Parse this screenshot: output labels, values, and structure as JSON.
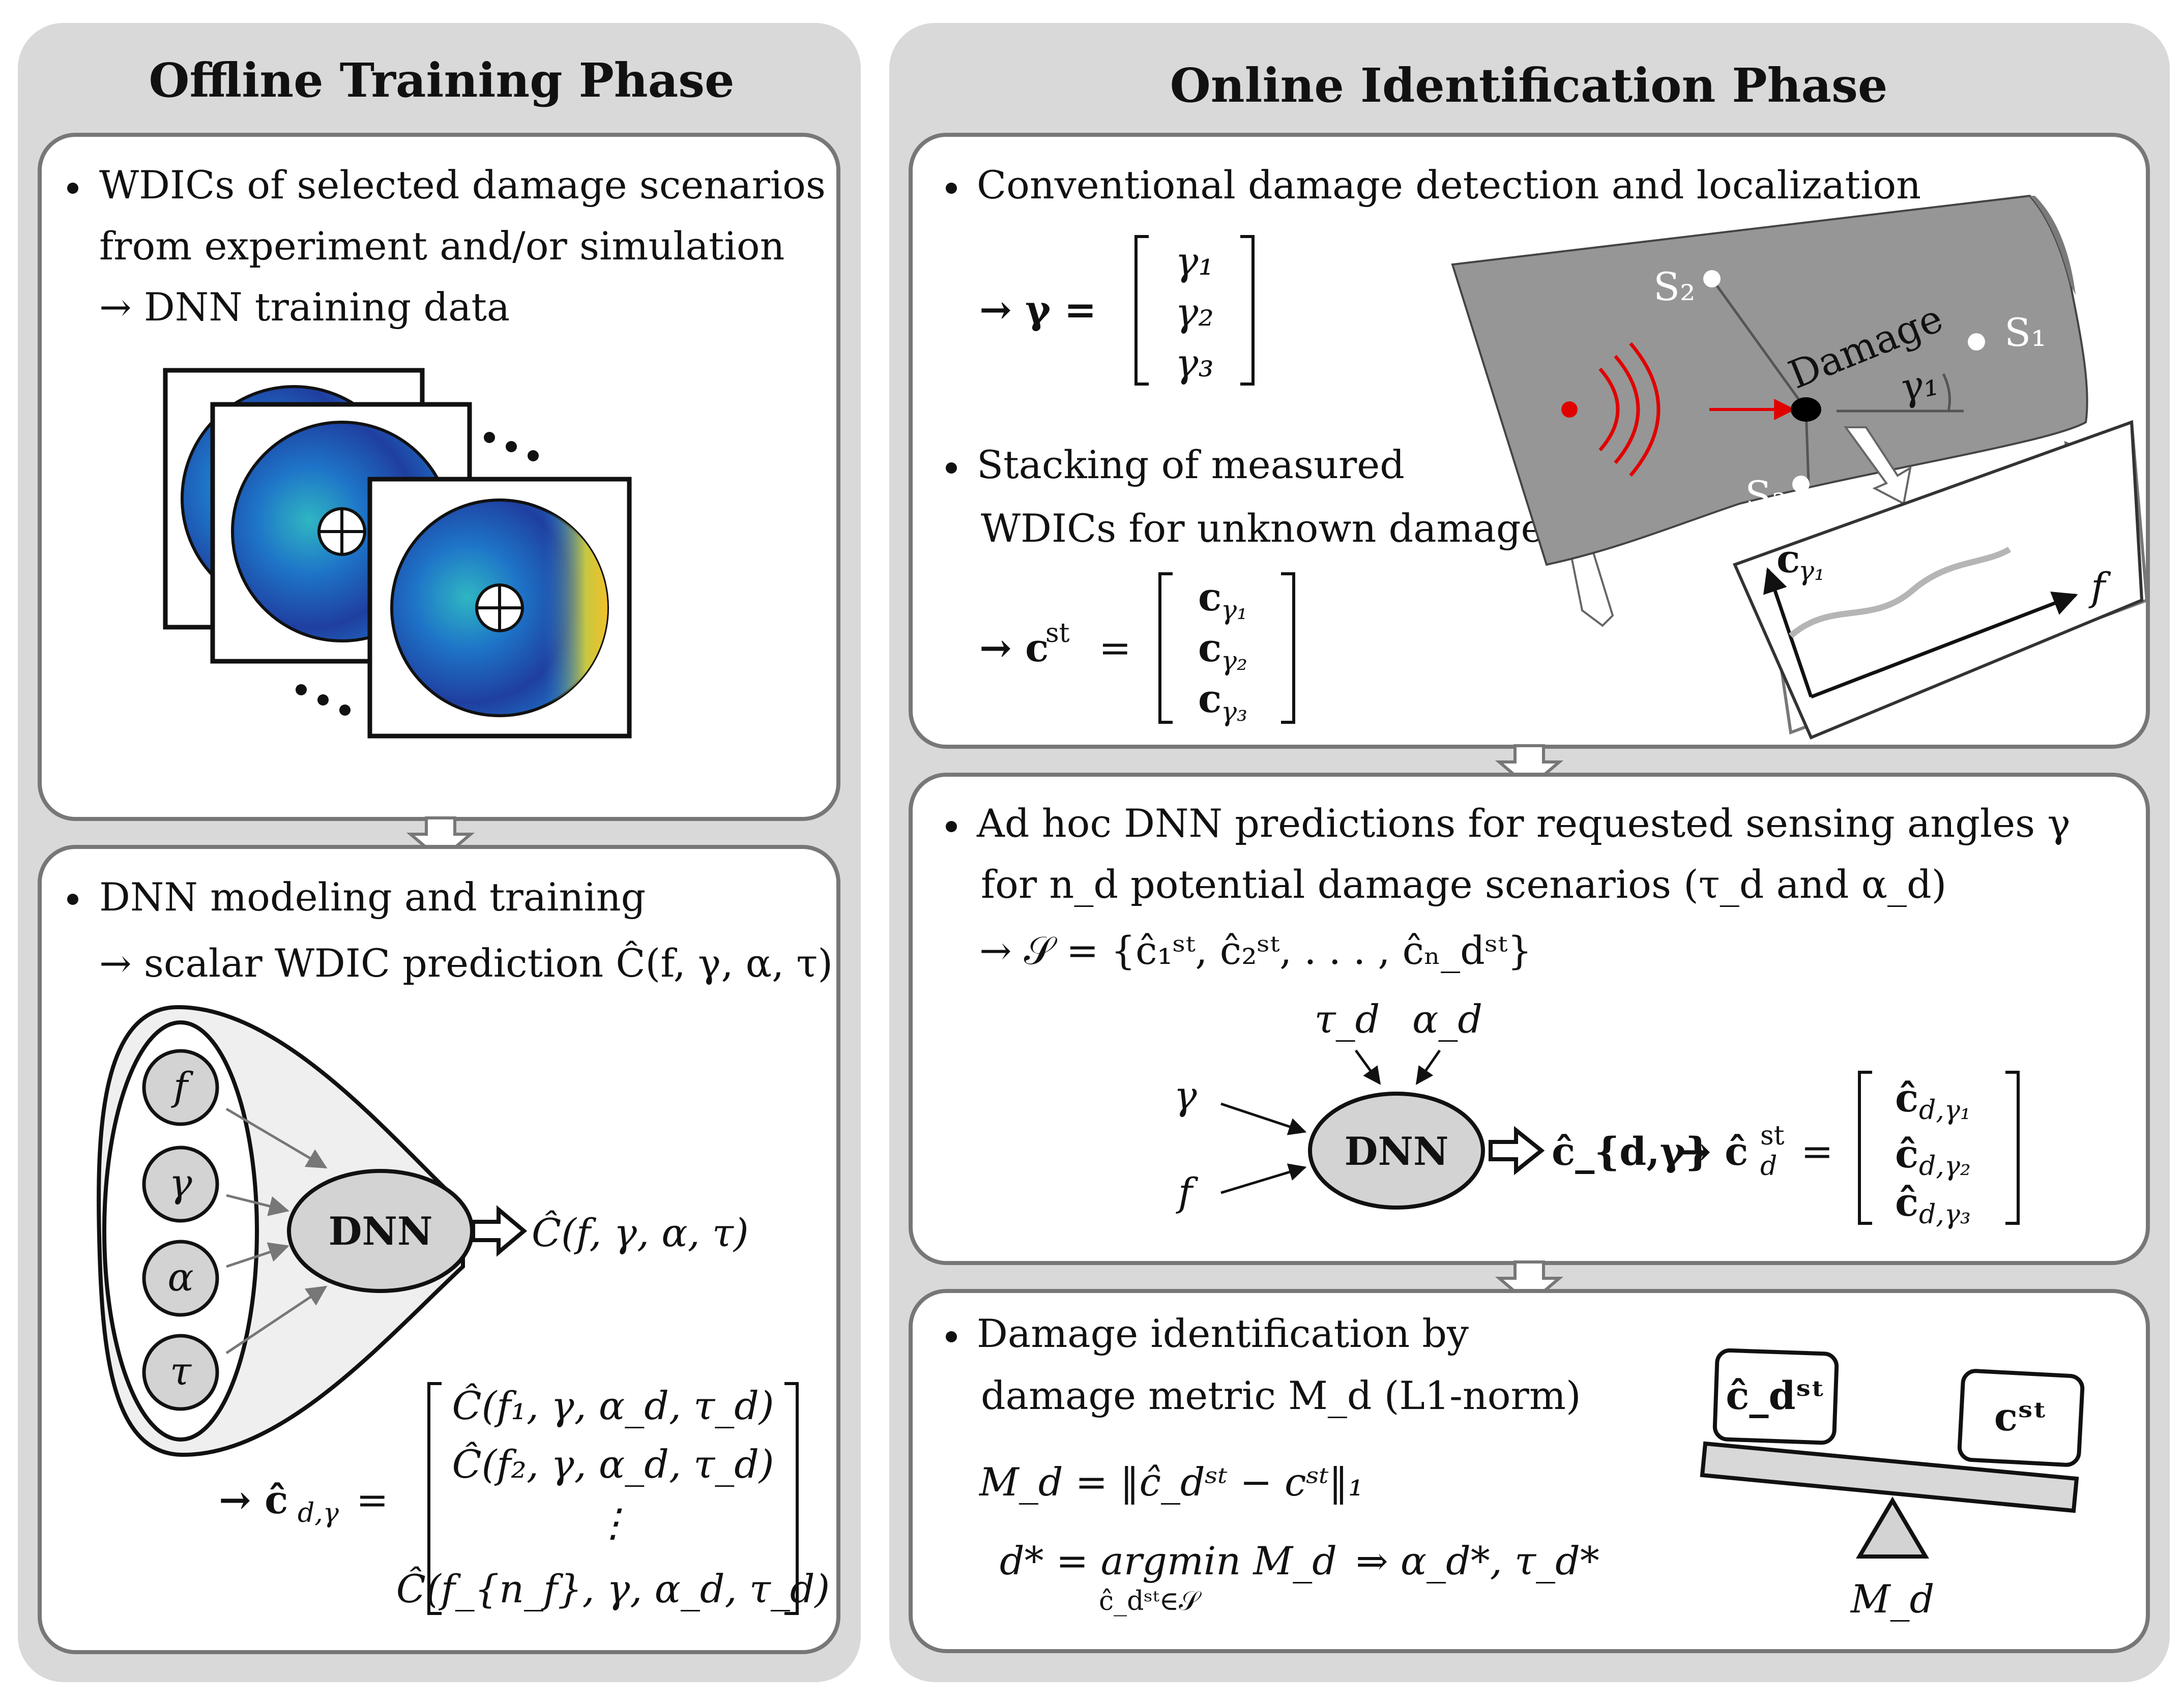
{
  "colors": {
    "panel_bg": "#d9d9d9",
    "box_bg": "#ffffff",
    "box_border": "#777777",
    "plate": "#969696",
    "wave": "#e00000",
    "node_fill": "#d3d3d3",
    "colormap": [
      "#1f2f8f",
      "#1e74c8",
      "#2fb6c2",
      "#f0c02a"
    ]
  },
  "offline": {
    "title": "Offline Training Phase",
    "box1": {
      "line1": "WDICs of selected damage scenarios",
      "line2": "from experiment and/or simulation",
      "line3": "→ DNN training data"
    },
    "box2": {
      "line1": "DNN modeling and training",
      "line2": "→ scalar WDIC prediction Ĉ(f, γ, α, τ)",
      "inputs": [
        "f",
        "γ",
        "α",
        "τ"
      ],
      "dnn": "DNN",
      "output": "Ĉ(f, γ, α, τ)",
      "vec_lhs": "→ ĉ",
      "vec_lhs_sub": "d,γ",
      "vec_eq": "=",
      "vec_rows": [
        "Ĉ(f₁, γ, α_d, τ_d)",
        "Ĉ(f₂, γ, α_d, τ_d)",
        "⋮",
        "Ĉ(f_{n_f}, γ, α_d, τ_d)"
      ]
    }
  },
  "online": {
    "title": "Online Identification Phase",
    "box1": {
      "line1": "Conventional damage detection and localization",
      "gamma_lhs": "→ γ =",
      "gamma_rows": [
        "γ₁",
        "γ₂",
        "γ₃"
      ],
      "line2": "Stacking of measured",
      "line3": "WDICs for unknown damage",
      "cst_lhs": "→ c",
      "cst_sup": "st",
      "cst_eq": "=",
      "cst_rows": [
        "c",
        "c",
        "c"
      ],
      "cst_row_subs": [
        "γ₁",
        "γ₂",
        "γ₃"
      ],
      "sensors": [
        "S₂",
        "S₁",
        "S₃"
      ],
      "damage_label": "Damage",
      "angle_label": "γ₁",
      "plot_y": "c",
      "plot_y_sub": "γ₁",
      "plot_x": "f"
    },
    "box2": {
      "line1": "Ad hoc DNN predictions for requested sensing angles γ",
      "line2": "for n_d potential damage scenarios (τ_d and α_d)",
      "line3": "→ 𝒮 = {ĉ₁ˢᵗ, ĉ₂ˢᵗ, . . . , ĉₙ_dˢᵗ}",
      "inputs": [
        "τ_d",
        "α_d",
        "γ",
        "f"
      ],
      "dnn": "DNN",
      "output": "ĉ_{d,γ}",
      "vec_lhs": "→ ĉ",
      "vec_lhs_sup": "st",
      "vec_lhs_sub": "d",
      "vec_eq": "=",
      "vec_rows": [
        "ĉ",
        "ĉ",
        "ĉ"
      ],
      "vec_row_subs": [
        "d,γ₁",
        "d,γ₂",
        "d,γ₃"
      ]
    },
    "box3": {
      "line1": "Damage identification by",
      "line2": "damage metric M_d (L1-norm)",
      "eq1": "M_d = ‖ĉ_dˢᵗ − cˢᵗ‖₁",
      "eq2": "d* = argmin M_d",
      "eq2_sub": "ĉ_dˢᵗ∈𝒮",
      "eq2_rhs": "⇒ α_d*, τ_d*",
      "scale_left": "ĉ_dˢᵗ",
      "scale_right": "cˢᵗ",
      "scale_label": "M_d"
    }
  }
}
